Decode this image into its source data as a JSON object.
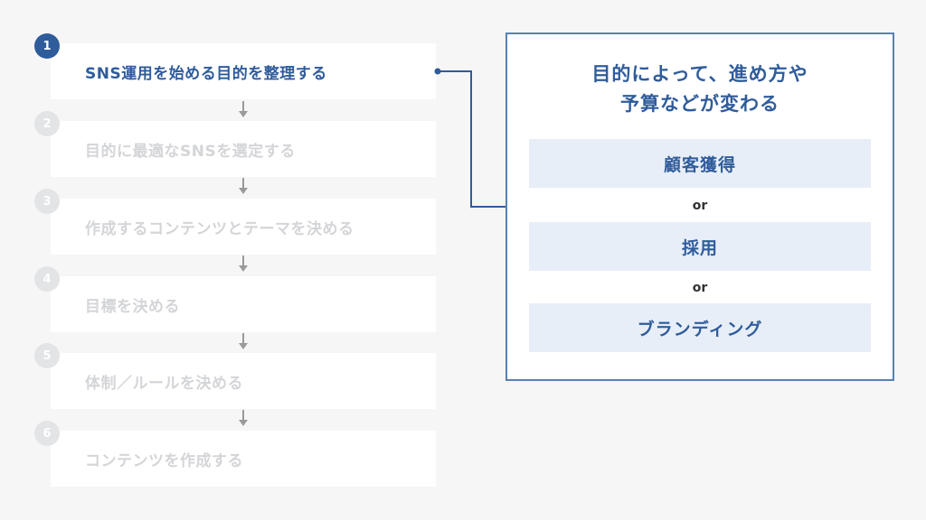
{
  "steps": [
    {
      "number": "1",
      "label": "SNS運用を始める目的を整理する",
      "active": true
    },
    {
      "number": "2",
      "label": "目的に最適なSNSを選定する",
      "active": false
    },
    {
      "number": "3",
      "label": "作成するコンテンツとテーマを決める",
      "active": false
    },
    {
      "number": "4",
      "label": "目標を決める",
      "active": false
    },
    {
      "number": "5",
      "label": "体制／ルールを決める",
      "active": false
    },
    {
      "number": "6",
      "label": "コンテンツを作成する",
      "active": false
    }
  ],
  "panel": {
    "title_line1": "目的によって、進め方や",
    "title_line2": "予算などが変わる",
    "options": [
      "顧客獲得",
      "採用",
      "ブランディング"
    ],
    "separator": "or"
  },
  "colors": {
    "accent": "#2f5c9b",
    "inactive_text": "#d4d5d8",
    "option_bg": "#e8eef7",
    "background": "#f6f6f7"
  }
}
